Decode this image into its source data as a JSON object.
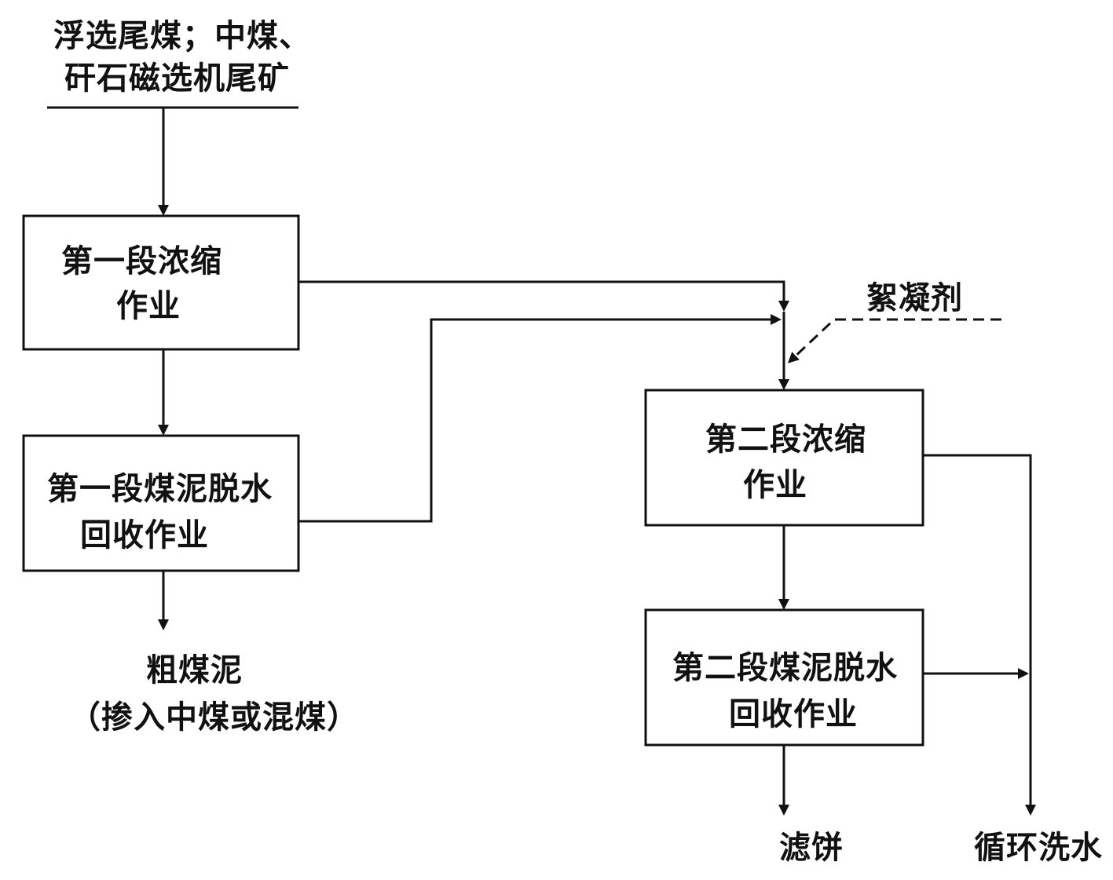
{
  "input": {
    "line1": "浮选尾煤；中煤、",
    "line2": "矸石磁选机尾矿"
  },
  "boxes": {
    "stage1_thicken": {
      "line1": "第一段浓缩",
      "line2": "作业"
    },
    "stage1_dewater": {
      "line1": "第一段煤泥脱水",
      "line2": "回收作业"
    },
    "stage2_thicken": {
      "line1": "第二段浓缩",
      "line2": "作业"
    },
    "stage2_dewater": {
      "line1": "第二段煤泥脱水",
      "line2": "回收作业"
    }
  },
  "flocculant": "絮凝剂",
  "outputs": {
    "coarse_slime": "粗煤泥",
    "coarse_slime_note": "（掺入中煤或混煤）",
    "filter_cake": "滤饼",
    "recycle_water": "循环洗水"
  },
  "colors": {
    "line": "#111111",
    "background": "#ffffff"
  }
}
